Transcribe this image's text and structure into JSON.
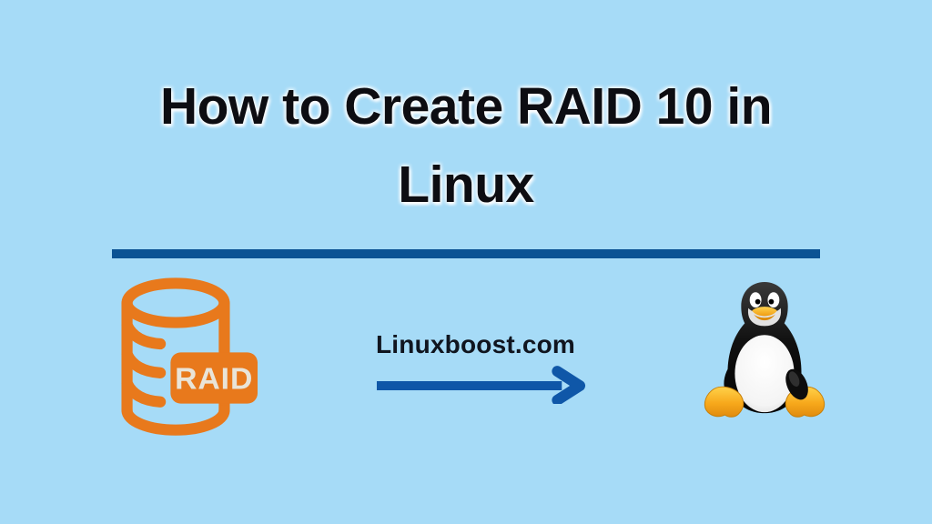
{
  "title": {
    "line1": "How to Create RAID 10 in",
    "line2": "Linux"
  },
  "branding": {
    "site_name": "Linuxboost.com"
  },
  "raid_icon": {
    "label": "RAID"
  },
  "icons": {
    "left": "raid-database-icon",
    "center": "right-arrow-icon",
    "right": "tux-penguin-icon"
  },
  "colors": {
    "background": "#A6DBF7",
    "divider_blue": "#0B5394",
    "arrow_blue": "#0F57A8",
    "icon_orange": "#E8791C",
    "raid_label_text": "#E9E4D8",
    "title_text": "#0D0D12",
    "site_text": "#10151F",
    "tux_black": "#0A0A0A",
    "tux_belly": "#FBFBFB",
    "tux_orange": "#F7A81B"
  }
}
